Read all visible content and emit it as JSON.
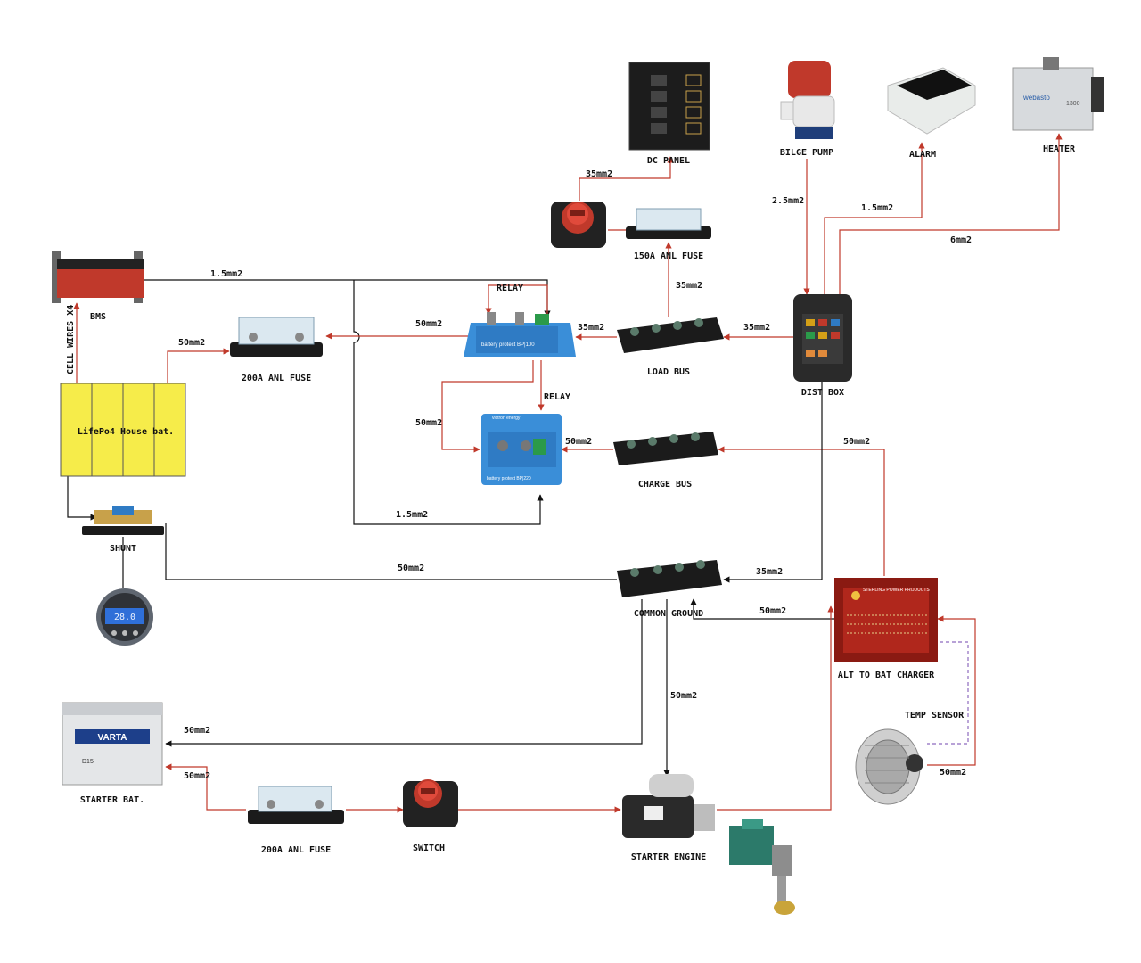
{
  "colors": {
    "positive_wire": "#c0392b",
    "negative_wire": "#111111",
    "sensor_wire": "#8e6bbf",
    "house_battery": "#f6ec4a"
  },
  "components": {
    "dc_panel": "DC PANEL",
    "bilge_pump": "BILGE PUMP",
    "alarm": "ALARM",
    "heater": "HEATER",
    "fuse_150": "150A ANL FUSE",
    "bms": "BMS",
    "relay_top": "RELAY",
    "relay_mid": "RELAY",
    "load_bus": "LOAD BUS",
    "dist_box": "DIST BOX",
    "fuse_200_house": "200A ANL FUSE",
    "cell_wires": "CELL WIRES X4",
    "house_battery": "LifePo4 House bat.",
    "charge_bus": "CHARGE BUS",
    "shunt": "SHUNT",
    "common_ground": "COMMON GROUND",
    "alt_charger": "ALT TO BAT CHARGER",
    "temp_sensor": "TEMP SENSOR",
    "starter_battery": "STARTER BAT.",
    "fuse_200_starter": "200A ANL FUSE",
    "switch": "SWITCH",
    "starter_engine": "STARTER ENGINE",
    "monitor_display": "28.0",
    "battery_brand": "VARTA",
    "battery_model": "D15",
    "bp100_text": "battery protect BP|100",
    "bp220_text": "battery protect BP|220",
    "victron_text": "victron energy",
    "sterling_text": "STERLING POWER PRODUCTS",
    "heater_brand": "webasto",
    "heater_model": "1300"
  },
  "wires": {
    "bms_to_relay": "1.5mm2",
    "fuse_to_bp100": "50mm2",
    "house_to_fuse": "50mm2",
    "bp100_to_loadbus": "35mm2",
    "loadbus_to_distbox": "35mm2",
    "switch_to_dcpanel": "35mm2",
    "fuse150_to_loadbus": "35mm2",
    "bilge": "2.5mm2",
    "alarm": "1.5mm2",
    "heater": "6mm2",
    "bp100_to_bp220": "50mm2",
    "bp220_to_chargebus": "50mm2",
    "charger_to_chargebus": "50mm2",
    "bms_to_bp220": "1.5mm2",
    "shunt_to_ground": "50mm2",
    "distbox_to_ground": "35mm2",
    "charger_to_ground": "50mm2",
    "ground_to_engine": "50mm2",
    "starter_to_ground": "50mm2",
    "starter_to_fuse": "50mm2",
    "alternator_to_charger": "50mm2"
  }
}
